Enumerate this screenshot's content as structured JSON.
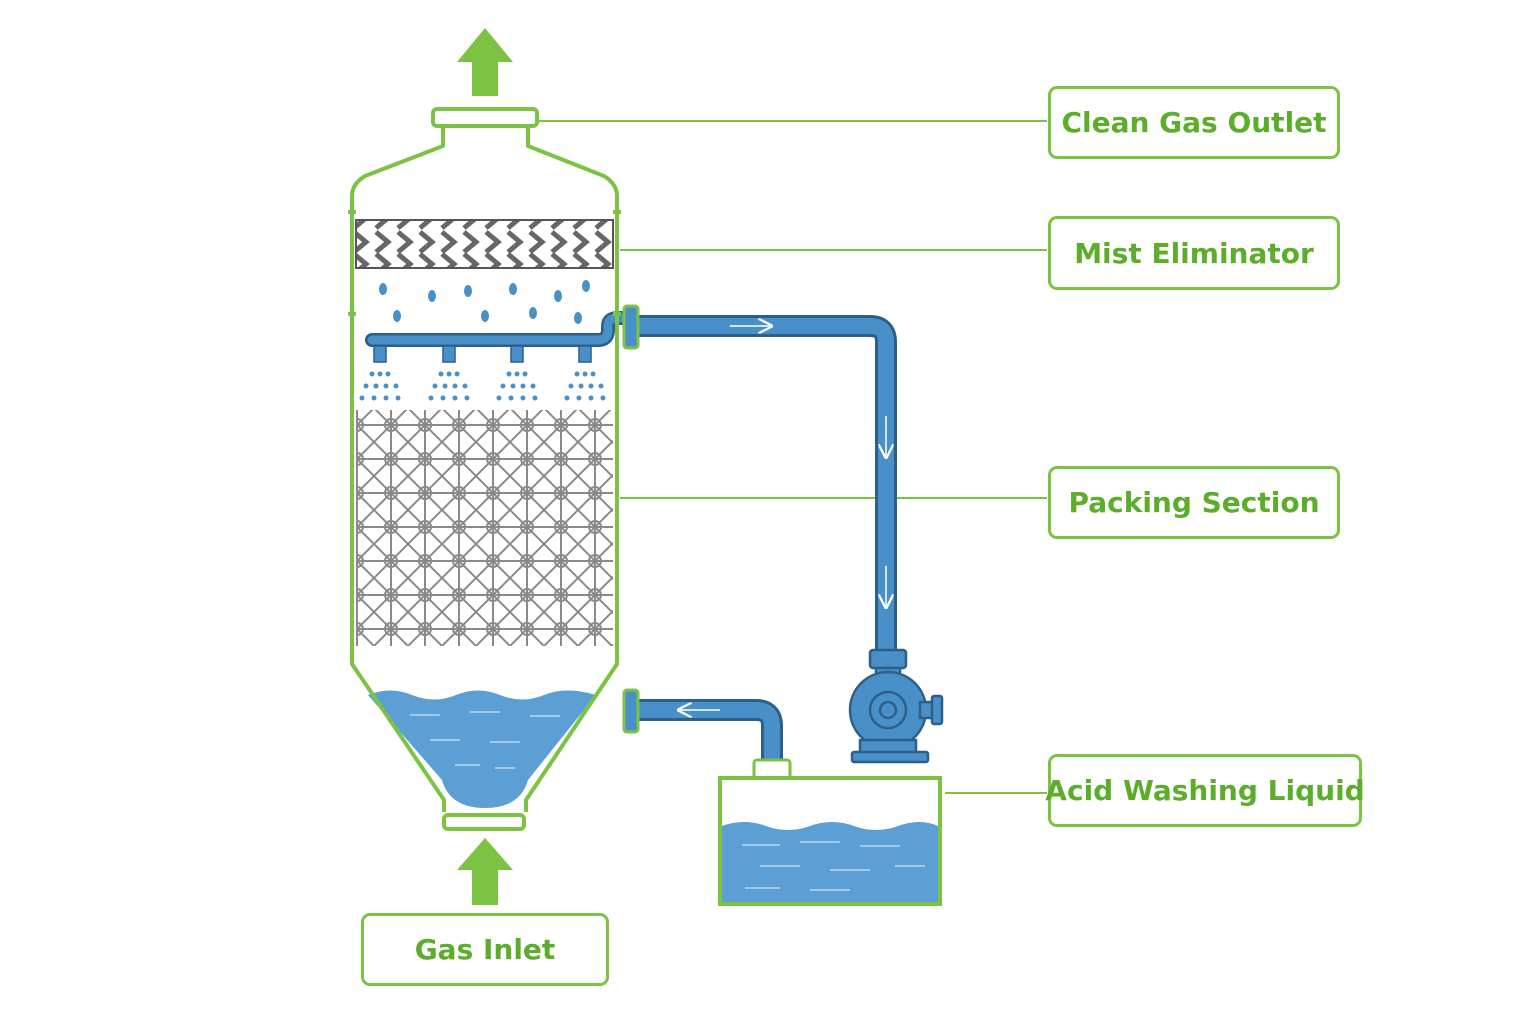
{
  "labels": {
    "clean_gas_outlet": "Clean Gas Outlet",
    "mist_eliminator": "Mist Eliminator",
    "packing_section": "Packing Section",
    "acid_washing_liquid": "Acid Washing Liquid",
    "gas_inlet": "Gas Inlet"
  },
  "colors": {
    "accent_green": "#7cc243",
    "label_green": "#5bad2a",
    "pipe_blue": "#4a90c8",
    "pipe_outline": "#2c5f8a",
    "liquid_blue": "#5b9fd4",
    "packing_gray": "#8a8a8a"
  },
  "icons": {
    "flow_arrow": "up-arrow-icon",
    "pump": "pump-icon",
    "spray_nozzle": "spray-nozzle-icon"
  }
}
